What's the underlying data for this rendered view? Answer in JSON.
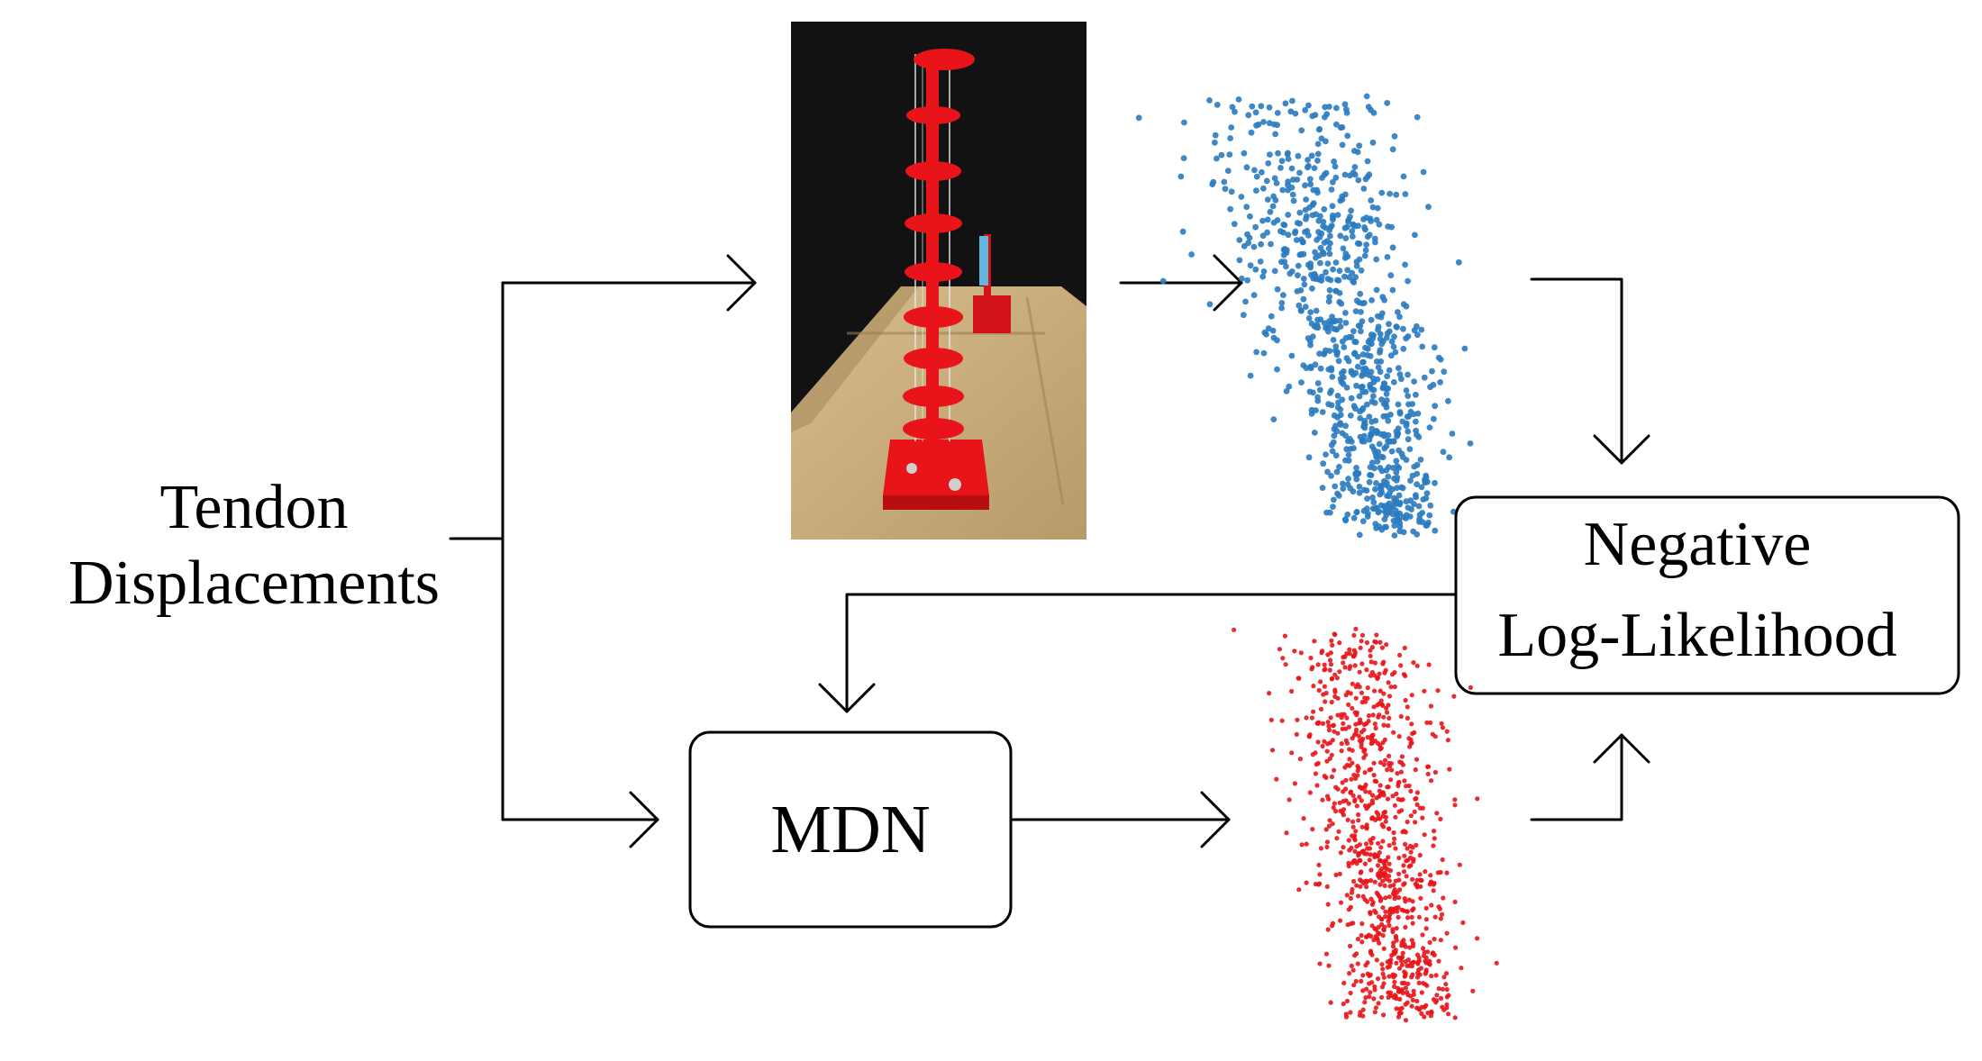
{
  "input_label": {
    "line1": "Tendon",
    "line2": "Displacements"
  },
  "model_box": {
    "label": "MDN"
  },
  "loss_box": {
    "line1": "Negative",
    "line2": "Log-Likelihood"
  },
  "photo": {
    "subject": "red 3D-printed tendon-driven continuum robot on cork base",
    "background": "#111111",
    "robot_color": "#e8141a",
    "base_color": "#c9ab7c"
  },
  "point_clouds": [
    {
      "name": "observed-samples",
      "color": "#2a7bbf"
    },
    {
      "name": "predicted-samples",
      "color": "#e8141a"
    }
  ]
}
